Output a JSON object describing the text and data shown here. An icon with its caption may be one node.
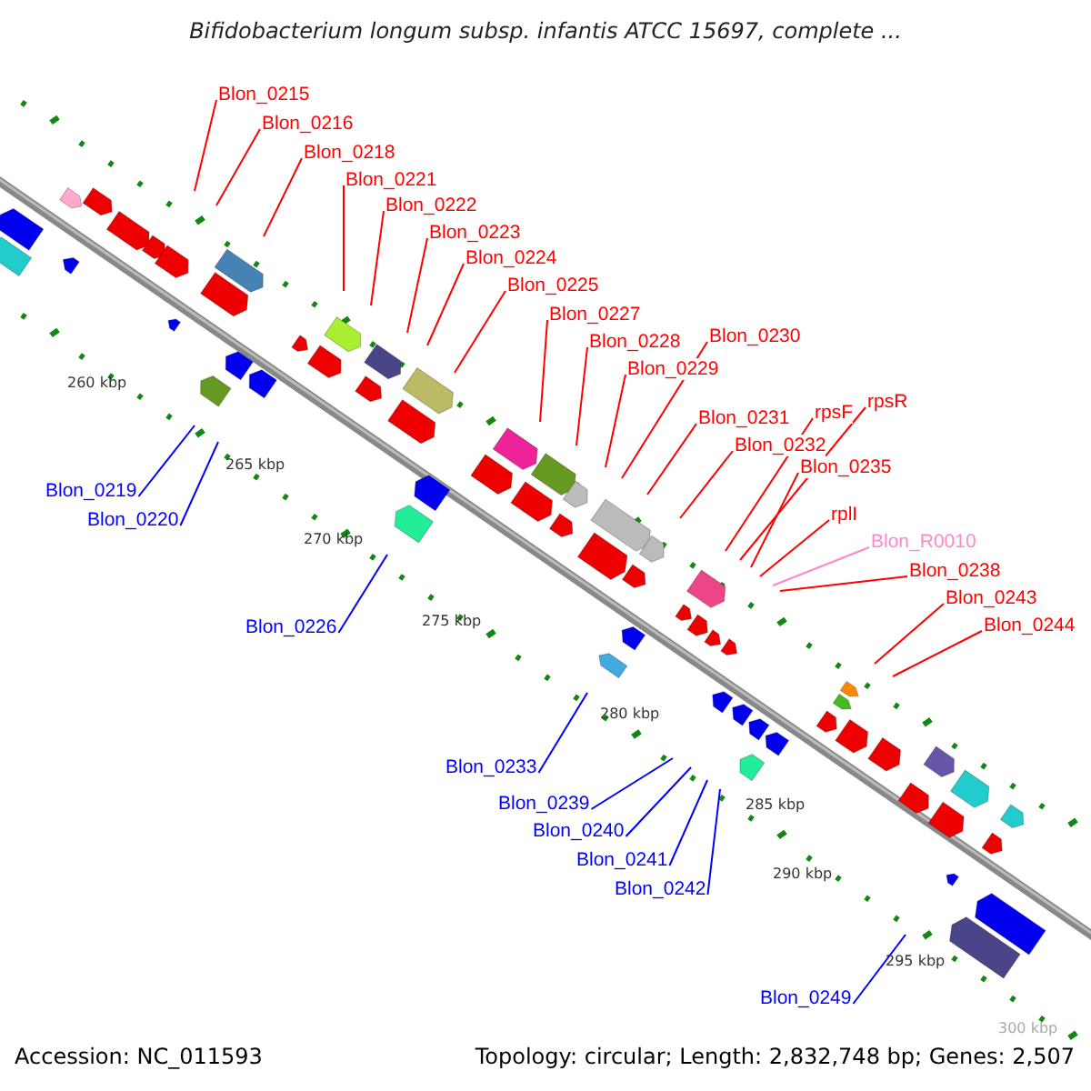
{
  "diagram": {
    "title": "Bifidobacterium longum subsp. infantis ATCC 15697, complete ...",
    "nodes": [
      {
        "text": [
          "Blon_0215"
        ]
      },
      {
        "text": [
          "Blon_0216"
        ]
      },
      {
        "text": [
          "Blon_0218"
        ]
      },
      {
        "text": [
          "Blon_0221"
        ]
      },
      {
        "text": [
          "Blon_0222"
        ]
      },
      {
        "text": [
          "Blon_0223"
        ]
      },
      {
        "text": [
          "Blon_0224"
        ]
      },
      {
        "text": [
          "Blon_0225"
        ]
      },
      {
        "text": [
          "Blon_0227"
        ]
      },
      {
        "text": [
          "Blon_0228"
        ]
      },
      {
        "text": [
          "Blon_0230"
        ]
      },
      {
        "text": [
          "Blon_0229"
        ]
      },
      {
        "text": [
          "Blon_0231"
        ]
      },
      {
        "text": [
          "rpsF"
        ]
      },
      {
        "text": [
          "rpsR"
        ]
      },
      {
        "text": [
          "Blon_0232"
        ]
      },
      {
        "text": [
          "Blon_0235"
        ]
      },
      {
        "text": [
          "rplI"
        ]
      },
      {
        "text": [
          "Blon_R0010"
        ]
      },
      {
        "text": [
          "Blon_0238"
        ]
      },
      {
        "text": [
          "Blon_0243"
        ]
      },
      {
        "text": [
          "Blon_0244"
        ]
      },
      {
        "text": [
          "Blon_0219"
        ]
      },
      {
        "text": [
          "Blon_0220"
        ]
      },
      {
        "text": [
          "Blon_0226"
        ]
      },
      {
        "text": [
          "Blon_0233"
        ]
      },
      {
        "text": [
          "Blon_0239"
        ]
      },
      {
        "text": [
          "Blon_0240"
        ]
      },
      {
        "text": [
          "Blon_0241"
        ]
      },
      {
        "text": [
          "Blon_0242"
        ]
      },
      {
        "text": [
          "Blon_0249"
        ]
      }
    ],
    "edges": [
      {
        "from": 0,
        "to": null,
        "arrow": "none"
      },
      {
        "from": 1,
        "to": null,
        "arrow": "none"
      },
      {
        "from": 2,
        "to": null,
        "arrow": "none"
      },
      {
        "from": 3,
        "to": null,
        "arrow": "none"
      },
      {
        "from": 4,
        "to": null,
        "arrow": "none"
      },
      {
        "from": 5,
        "to": null,
        "arrow": "none"
      },
      {
        "from": 6,
        "to": null,
        "arrow": "none"
      },
      {
        "from": 7,
        "to": null,
        "arrow": "none"
      },
      {
        "from": 8,
        "to": null,
        "arrow": "none"
      },
      {
        "from": 9,
        "to": null,
        "arrow": "none"
      },
      {
        "from": 10,
        "to": null,
        "arrow": "none"
      },
      {
        "from": 11,
        "to": null,
        "arrow": "none"
      },
      {
        "from": 12,
        "to": null,
        "arrow": "none"
      },
      {
        "from": 13,
        "to": null,
        "arrow": "none"
      },
      {
        "from": 14,
        "to": null,
        "arrow": "none"
      },
      {
        "from": 15,
        "to": null,
        "arrow": "none"
      },
      {
        "from": 16,
        "to": null,
        "arrow": "none"
      },
      {
        "from": 17,
        "to": null,
        "arrow": "none"
      },
      {
        "from": 18,
        "to": null,
        "arrow": "none",
        "color": "#ff88cc"
      },
      {
        "from": 19,
        "to": null,
        "arrow": "none"
      },
      {
        "from": 20,
        "to": null,
        "arrow": "none"
      },
      {
        "from": 21,
        "to": null,
        "arrow": "none"
      },
      {
        "from": 22,
        "to": null,
        "arrow": "none",
        "color": "#0000ff"
      },
      {
        "from": 23,
        "to": null,
        "arrow": "none",
        "color": "#0000ff"
      },
      {
        "from": 24,
        "to": null,
        "arrow": "none",
        "color": "#0000ff"
      },
      {
        "from": 25,
        "to": null,
        "arrow": "none",
        "color": "#0000ff"
      },
      {
        "from": 26,
        "to": null,
        "arrow": "none",
        "color": "#0000ff"
      },
      {
        "from": 27,
        "to": null,
        "arrow": "none",
        "color": "#0000ff"
      },
      {
        "from": 28,
        "to": null,
        "arrow": "none",
        "color": "#0000ff"
      },
      {
        "from": 29,
        "to": null,
        "arrow": "none",
        "color": "#0000ff"
      },
      {
        "from": 30,
        "to": null,
        "arrow": "none",
        "color": "#0000ff"
      }
    ],
    "labels": [
      "260 kbp",
      "265 kbp",
      "270 kbp",
      "275 kbp",
      "280 kbp",
      "285 kbp",
      "290 kbp",
      "295 kbp",
      "300 kbp",
      "Accession: NC_011593",
      "Topology: circular; Length: 2,832,748 bp; Genes: 2,507"
    ]
  }
}
